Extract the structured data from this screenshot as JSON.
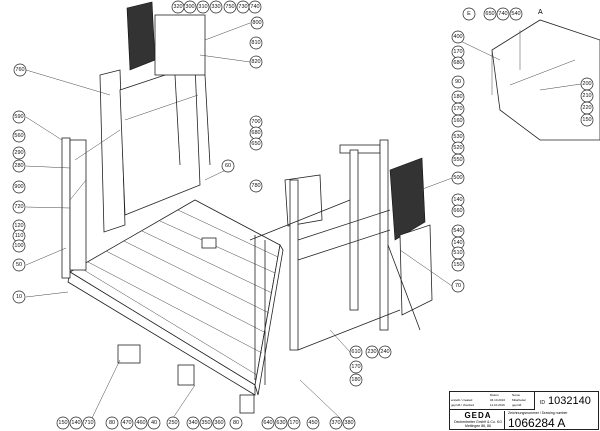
{
  "title_block": {
    "header_date": "Datum",
    "header_name": "Name",
    "row1_label": "erstellt / created",
    "row1_date": "04.10.2016",
    "row1_name": "Mitarbeiter",
    "row2_label": "geprüft / checked",
    "row2_date": "11.10.2016",
    "row2_name": "geprüft",
    "id_label": "ID",
    "id_value": "1032140",
    "logo": "GEDA",
    "company": "Dechentreiter GmbH & Co. KG",
    "address": "Meitingen 86, 86",
    "drawing_number_label": "Zeichnungsnummer / Drawing number",
    "drawing_number": "1066284 A"
  },
  "inset_label": "A",
  "detail_label": "A",
  "callouts": {
    "top": [
      "320",
      "300",
      "310",
      "330",
      "750",
      "730",
      "740",
      "800",
      "810",
      "820"
    ],
    "left": [
      "760",
      "590",
      "560",
      "290",
      "280",
      "900",
      "720",
      "120",
      "110",
      "100",
      "50",
      "10"
    ],
    "center": [
      "700",
      "680",
      "650",
      "60",
      "780"
    ],
    "inset_left": [
      "E",
      "650",
      "740",
      "540",
      "400",
      "170",
      "680",
      "90",
      "180",
      "170",
      "160"
    ],
    "inset_right": [
      "200",
      "210",
      "220",
      "150"
    ],
    "right": [
      "530",
      "520",
      "550",
      "500",
      "140",
      "660",
      "540",
      "140",
      "510",
      "150",
      "70"
    ],
    "lower_right": [
      "610",
      "230",
      "240",
      "170",
      "180"
    ],
    "bottom": [
      "150",
      "140",
      "710",
      "80",
      "470",
      "460",
      "40",
      "250",
      "340",
      "350",
      "360",
      "80",
      "640",
      "630",
      "170",
      "450",
      "370",
      "380"
    ]
  }
}
